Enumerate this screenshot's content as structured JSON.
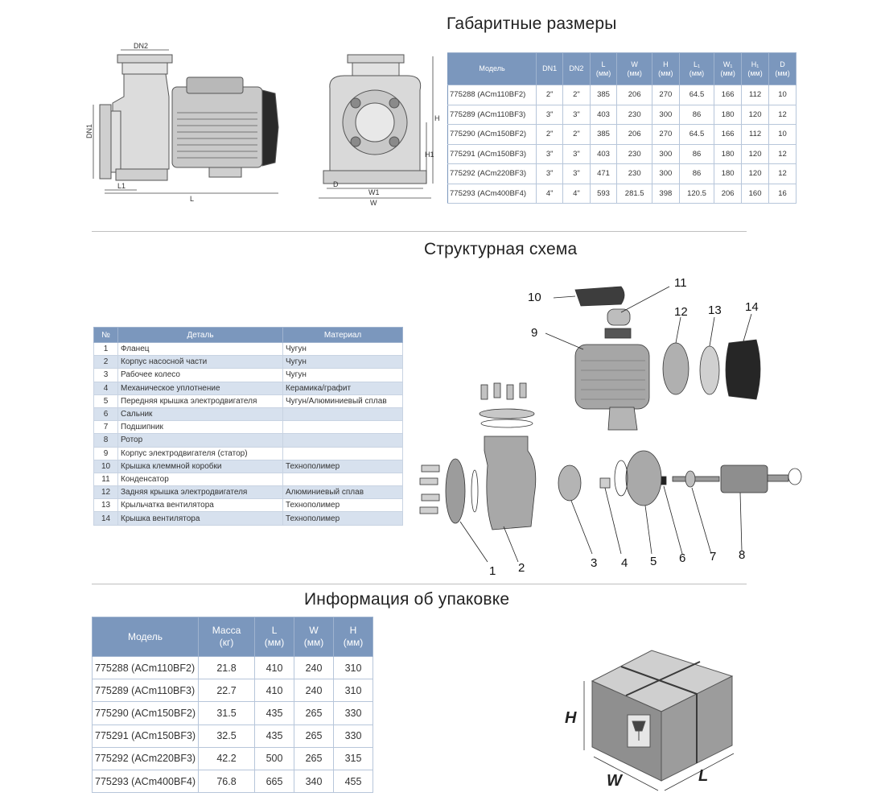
{
  "sections": {
    "dimensions_title": "Габаритные размеры",
    "structure_title": "Структурная схема",
    "packaging_title": "Информация об упаковке"
  },
  "drawing_labels": {
    "dn2": "DN2",
    "dn1": "DN1",
    "l1": "L1",
    "l": "L",
    "h": "H",
    "h1": "H1",
    "d": "D",
    "w1": "W1",
    "w": "W"
  },
  "dimensions_table": {
    "headers": [
      "Модель",
      "DN1",
      "DN2",
      "L\n(мм)",
      "W\n(мм)",
      "H\n(мм)",
      "L₁\n(мм)",
      "W₁\n(мм)",
      "H₁\n(мм)",
      "D\n(мм)"
    ],
    "rows": [
      [
        "775288 (ACm110BF2)",
        "2\"",
        "2\"",
        "385",
        "206",
        "270",
        "64.5",
        "166",
        "112",
        "10"
      ],
      [
        "775289 (ACm110BF3)",
        "3\"",
        "3\"",
        "403",
        "230",
        "300",
        "86",
        "180",
        "120",
        "12"
      ],
      [
        "775290 (ACm150BF2)",
        "2\"",
        "2\"",
        "385",
        "206",
        "270",
        "64.5",
        "166",
        "112",
        "10"
      ],
      [
        "775291 (ACm150BF3)",
        "3\"",
        "3\"",
        "403",
        "230",
        "300",
        "86",
        "180",
        "120",
        "12"
      ],
      [
        "775292 (ACm220BF3)",
        "3\"",
        "3\"",
        "471",
        "230",
        "300",
        "86",
        "180",
        "120",
        "12"
      ],
      [
        "775293 (ACm400BF4)",
        "4\"",
        "4\"",
        "593",
        "281.5",
        "398",
        "120.5",
        "206",
        "160",
        "16"
      ]
    ]
  },
  "parts_table": {
    "headers": [
      "№",
      "Деталь",
      "Материал"
    ],
    "rows": [
      [
        "1",
        "Фланец",
        "Чугун"
      ],
      [
        "2",
        "Корпус насосной части",
        "Чугун"
      ],
      [
        "3",
        "Рабочее колесо",
        "Чугун"
      ],
      [
        "4",
        "Механическое уплотнение",
        "Керамика/графит"
      ],
      [
        "5",
        "Передняя крышка электродвигателя",
        "Чугун/Алюминиевый сплав"
      ],
      [
        "6",
        "Сальник",
        ""
      ],
      [
        "7",
        "Подшипник",
        ""
      ],
      [
        "8",
        "Ротор",
        ""
      ],
      [
        "9",
        "Корпус электродвигателя (статор)",
        ""
      ],
      [
        "10",
        "Крышка клеммной коробки",
        "Технополимер"
      ],
      [
        "11",
        "Конденсатор",
        ""
      ],
      [
        "12",
        "Задняя крышка электродвигателя",
        "Алюминиевый сплав"
      ],
      [
        "13",
        "Крыльчатка вентилятора",
        "Технополимер"
      ],
      [
        "14",
        "Крышка вентилятора",
        "Технополимер"
      ]
    ]
  },
  "exploded_callouts": [
    "1",
    "2",
    "3",
    "4",
    "5",
    "6",
    "7",
    "8",
    "9",
    "10",
    "11",
    "12",
    "13",
    "14"
  ],
  "packaging_table": {
    "headers": [
      "Модель",
      "Масса\n(кг)",
      "L\n(мм)",
      "W\n(мм)",
      "H\n(мм)"
    ],
    "rows": [
      [
        "775288 (ACm110BF2)",
        "21.8",
        "410",
        "240",
        "310"
      ],
      [
        "775289 (ACm110BF3)",
        "22.7",
        "410",
        "240",
        "310"
      ],
      [
        "775290 (ACm150BF2)",
        "31.5",
        "435",
        "265",
        "330"
      ],
      [
        "775291 (ACm150BF3)",
        "32.5",
        "435",
        "265",
        "330"
      ],
      [
        "775292 (ACm220BF3)",
        "42.2",
        "500",
        "265",
        "315"
      ],
      [
        "775293 (ACm400BF4)",
        "76.8",
        "665",
        "340",
        "455"
      ]
    ]
  },
  "box_labels": {
    "h": "H",
    "w": "W",
    "l": "L"
  }
}
